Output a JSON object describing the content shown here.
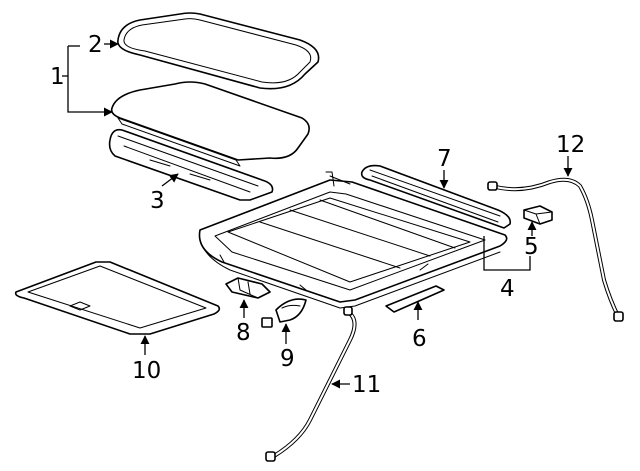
{
  "callouts": [
    {
      "id": "1",
      "label": "1"
    },
    {
      "id": "2",
      "label": "2"
    },
    {
      "id": "3",
      "label": "3"
    },
    {
      "id": "4",
      "label": "4"
    },
    {
      "id": "5",
      "label": "5"
    },
    {
      "id": "6",
      "label": "6"
    },
    {
      "id": "7",
      "label": "7"
    },
    {
      "id": "8",
      "label": "8"
    },
    {
      "id": "9",
      "label": "9"
    },
    {
      "id": "10",
      "label": "10"
    },
    {
      "id": "11",
      "label": "11"
    },
    {
      "id": "12",
      "label": "12"
    }
  ],
  "colors": {
    "line": "#000000",
    "fill": "#ffffff",
    "background": "#ffffff"
  }
}
